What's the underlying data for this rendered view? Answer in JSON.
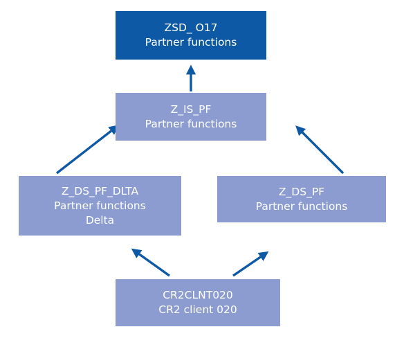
{
  "diagram": {
    "colors": {
      "top_node_fill": "#0d59a6",
      "node_fill": "#8c9cd0",
      "arrow": "#0d59a6",
      "text": "#ffffff"
    },
    "nodes": {
      "zsd_o17": {
        "title": "ZSD_ O17",
        "subtitle": "Partner functions"
      },
      "z_is_pf": {
        "title": "Z_IS_PF",
        "subtitle": "Partner functions"
      },
      "z_ds_pf_dlta": {
        "title": "Z_DS_PF_DLTA",
        "subtitle": "Partner functions",
        "extra": "Delta"
      },
      "z_ds_pf": {
        "title": "Z_DS_PF",
        "subtitle": "Partner functions"
      },
      "cr2clnt020": {
        "title": "CR2CLNT020",
        "subtitle": "CR2 client 020"
      }
    },
    "edges": [
      {
        "from": "z_is_pf",
        "to": "zsd_o17"
      },
      {
        "from": "z_ds_pf_dlta",
        "to": "z_is_pf"
      },
      {
        "from": "z_ds_pf",
        "to": "z_is_pf"
      },
      {
        "from": "cr2clnt020",
        "to": "z_ds_pf_dlta"
      },
      {
        "from": "cr2clnt020",
        "to": "z_ds_pf"
      }
    ]
  }
}
